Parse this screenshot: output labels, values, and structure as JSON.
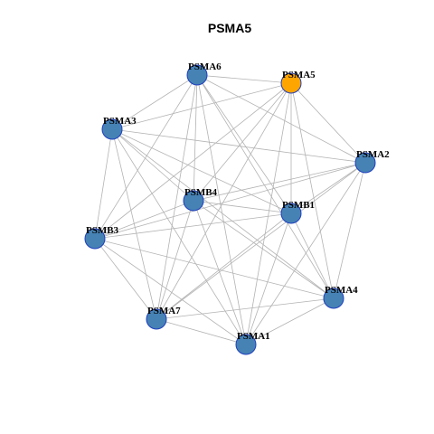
{
  "title": "PSMA5",
  "colors": {
    "background": "#ffffff",
    "edge": "#b3b3b3",
    "node_default": "#4682b4",
    "node_highlight": "#ffa500",
    "node_border": "#1f3fbf"
  },
  "highlight": "PSMA5",
  "nodes": [
    {
      "id": "PSMA6",
      "label": "PSMA6"
    },
    {
      "id": "PSMA5",
      "label": "PSMA5"
    },
    {
      "id": "PSMA3",
      "label": "PSMA3"
    },
    {
      "id": "PSMA2",
      "label": "PSMA2"
    },
    {
      "id": "PSMB4",
      "label": "PSMB4"
    },
    {
      "id": "PSMB1",
      "label": "PSMB1"
    },
    {
      "id": "PSMB3",
      "label": "PSMB3"
    },
    {
      "id": "PSMA4",
      "label": "PSMA4"
    },
    {
      "id": "PSMA7",
      "label": "PSMA7"
    },
    {
      "id": "PSMA1",
      "label": "PSMA1"
    }
  ],
  "edges": [
    [
      "PSMA6",
      "PSMA5"
    ],
    [
      "PSMA6",
      "PSMA3"
    ],
    [
      "PSMA6",
      "PSMA2"
    ],
    [
      "PSMA6",
      "PSMB4"
    ],
    [
      "PSMA6",
      "PSMB1"
    ],
    [
      "PSMA6",
      "PSMB3"
    ],
    [
      "PSMA6",
      "PSMA4"
    ],
    [
      "PSMA6",
      "PSMA7"
    ],
    [
      "PSMA6",
      "PSMA1"
    ],
    [
      "PSMA5",
      "PSMA3"
    ],
    [
      "PSMA5",
      "PSMA2"
    ],
    [
      "PSMA5",
      "PSMB4"
    ],
    [
      "PSMA5",
      "PSMB1"
    ],
    [
      "PSMA5",
      "PSMB3"
    ],
    [
      "PSMA5",
      "PSMA4"
    ],
    [
      "PSMA5",
      "PSMA7"
    ],
    [
      "PSMA5",
      "PSMA1"
    ],
    [
      "PSMA3",
      "PSMA2"
    ],
    [
      "PSMA3",
      "PSMB4"
    ],
    [
      "PSMA3",
      "PSMB1"
    ],
    [
      "PSMA3",
      "PSMB3"
    ],
    [
      "PSMA3",
      "PSMA4"
    ],
    [
      "PSMA3",
      "PSMA7"
    ],
    [
      "PSMA3",
      "PSMA1"
    ],
    [
      "PSMA2",
      "PSMB4"
    ],
    [
      "PSMA2",
      "PSMB1"
    ],
    [
      "PSMA2",
      "PSMB3"
    ],
    [
      "PSMA2",
      "PSMA4"
    ],
    [
      "PSMA2",
      "PSMA7"
    ],
    [
      "PSMA2",
      "PSMA1"
    ],
    [
      "PSMB4",
      "PSMB1"
    ],
    [
      "PSMB4",
      "PSMB3"
    ],
    [
      "PSMB4",
      "PSMA4"
    ],
    [
      "PSMB4",
      "PSMA7"
    ],
    [
      "PSMB4",
      "PSMA1"
    ],
    [
      "PSMB1",
      "PSMB3"
    ],
    [
      "PSMB1",
      "PSMA4"
    ],
    [
      "PSMB1",
      "PSMA7"
    ],
    [
      "PSMB1",
      "PSMA1"
    ],
    [
      "PSMB3",
      "PSMA4"
    ],
    [
      "PSMB3",
      "PSMA7"
    ],
    [
      "PSMB3",
      "PSMA1"
    ],
    [
      "PSMA4",
      "PSMA7"
    ],
    [
      "PSMA4",
      "PSMA1"
    ],
    [
      "PSMA7",
      "PSMA1"
    ]
  ]
}
